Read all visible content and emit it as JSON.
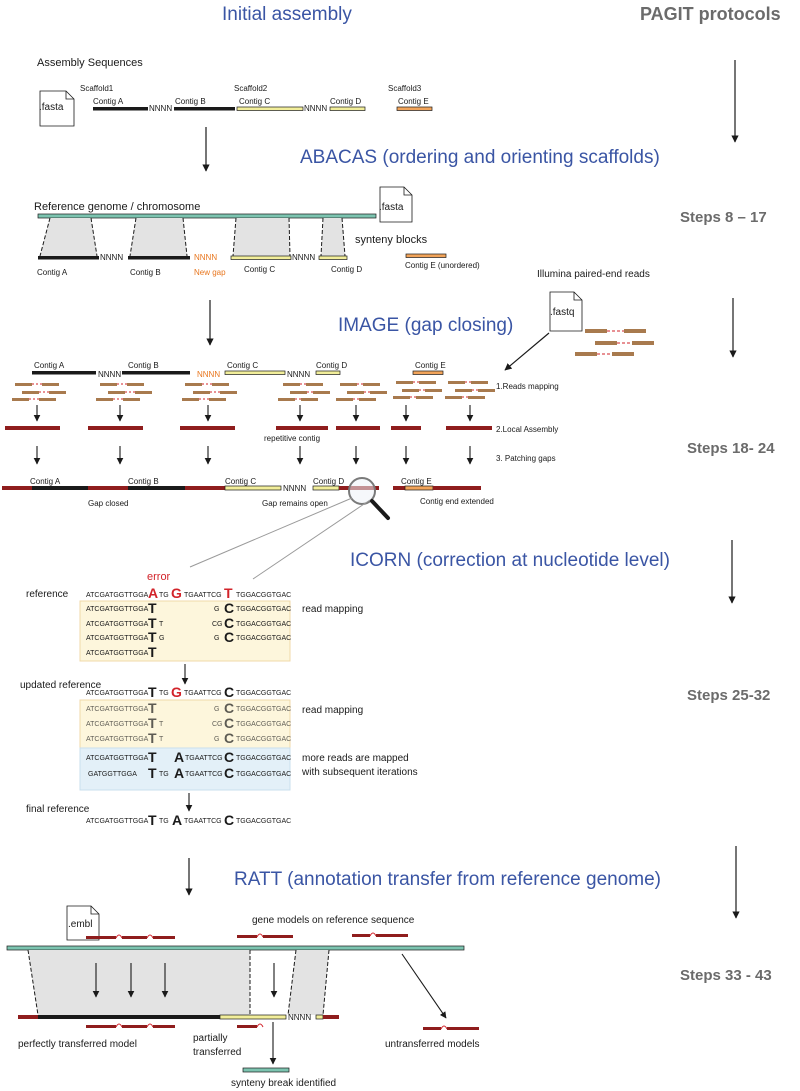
{
  "header": {
    "title": "Initial assembly",
    "protocols": "PAGIT protocols"
  },
  "initial": {
    "assembly_sequences": "Assembly Sequences",
    "fasta": ".fasta",
    "scaffold1": "Scaffold1",
    "scaffold2": "Scaffold2",
    "scaffold3": "Scaffold3",
    "contig_a": "Contig A",
    "contig_b": "Contig B",
    "contig_c": "Contig C",
    "contig_d": "Contig D",
    "contig_e": "Contig E",
    "nnnn": "NNNN"
  },
  "abacas": {
    "title": "ABACAS (ordering and orienting scaffolds)",
    "reference": "Reference genome / chromosome",
    "fasta": ".fasta",
    "synteny": "synteny blocks",
    "contig_a": "Contig A",
    "contig_b": "Contig B",
    "contig_c": "Contig C",
    "contig_d": "Contig D",
    "contig_e_unordered": "Contig E (unordered)",
    "nnnn": "NNNN",
    "new_gap": "New gap",
    "steps": "Steps 8 – 17"
  },
  "image": {
    "title": "IMAGE (gap closing)",
    "illumina": "Illumina paired-end reads",
    "fastq": ".fastq",
    "contig_a": "Contig A",
    "contig_b": "Contig B",
    "contig_c": "Contig C",
    "contig_d": "Contig D",
    "contig_e": "Contig E",
    "nnnn": "NNNN",
    "step1": "1.Reads mapping",
    "step2": "2.Local Assembly",
    "step3": "3. Patching gaps",
    "repetitive": "repetitive contig",
    "gap_closed": "Gap closed",
    "gap_open": "Gap remains open",
    "extended": "Contig end extended",
    "steps": "Steps 18- 24"
  },
  "icorn": {
    "title": "ICORN (correction at nucleotide level)",
    "error": "error",
    "reference": "reference",
    "read_mapping": "read mapping",
    "updated_reference": "updated reference",
    "read_mapping2": "read mapping",
    "more_reads_1": "more reads are mapped",
    "more_reads_2": "with subsequent iterations",
    "final_reference": "final reference",
    "ref_seq_1": "ATCGATGGTTGGA",
    "ref_seq_2": "TG",
    "ref_seq_3": "TGAATTCG",
    "ref_seq_4": "TGGACGGTGAC",
    "read_left": "ATCGATGGTTGGA",
    "read_right": "TGGACGGTGAC",
    "read_left_short": "GATGGTTGGA",
    "read_mid": "TGAATTCG",
    "t": "T",
    "g": "G",
    "a": "A",
    "c": "C",
    "small_t": "T",
    "small_g": "G",
    "small_cg": "CG",
    "small_tg": "TG",
    "steps": "Steps 25-32"
  },
  "ratt": {
    "title": "RATT (annotation transfer from reference genome)",
    "embl": ".embl",
    "gene_models": "gene models on reference sequence",
    "nnnn": "NNNN",
    "perfect": "perfectly transferred model",
    "partial_1": "partially",
    "partial_2": "transferred",
    "untransferred": "untransferred models",
    "synteny_break": "synteny break identified",
    "steps": "Steps 33 - 43"
  },
  "colors": {
    "section_title": "#3a55a4",
    "steps_text": "#6b6b6b",
    "contig_black": "#1a1a1a",
    "contig_yellow": "#f2ee9a",
    "contig_orange": "#f2a45a",
    "reference_teal": "#7cc4b0",
    "read_brown": "#a87a4e",
    "read_red": "#8f1d1d",
    "error_red": "#d2232a",
    "gap_orange": "#e8761e",
    "synteny_fill": "#e3e3e3",
    "mapping_box": "#fdf6dc",
    "mapping_box_blue": "#e3f0f8"
  }
}
